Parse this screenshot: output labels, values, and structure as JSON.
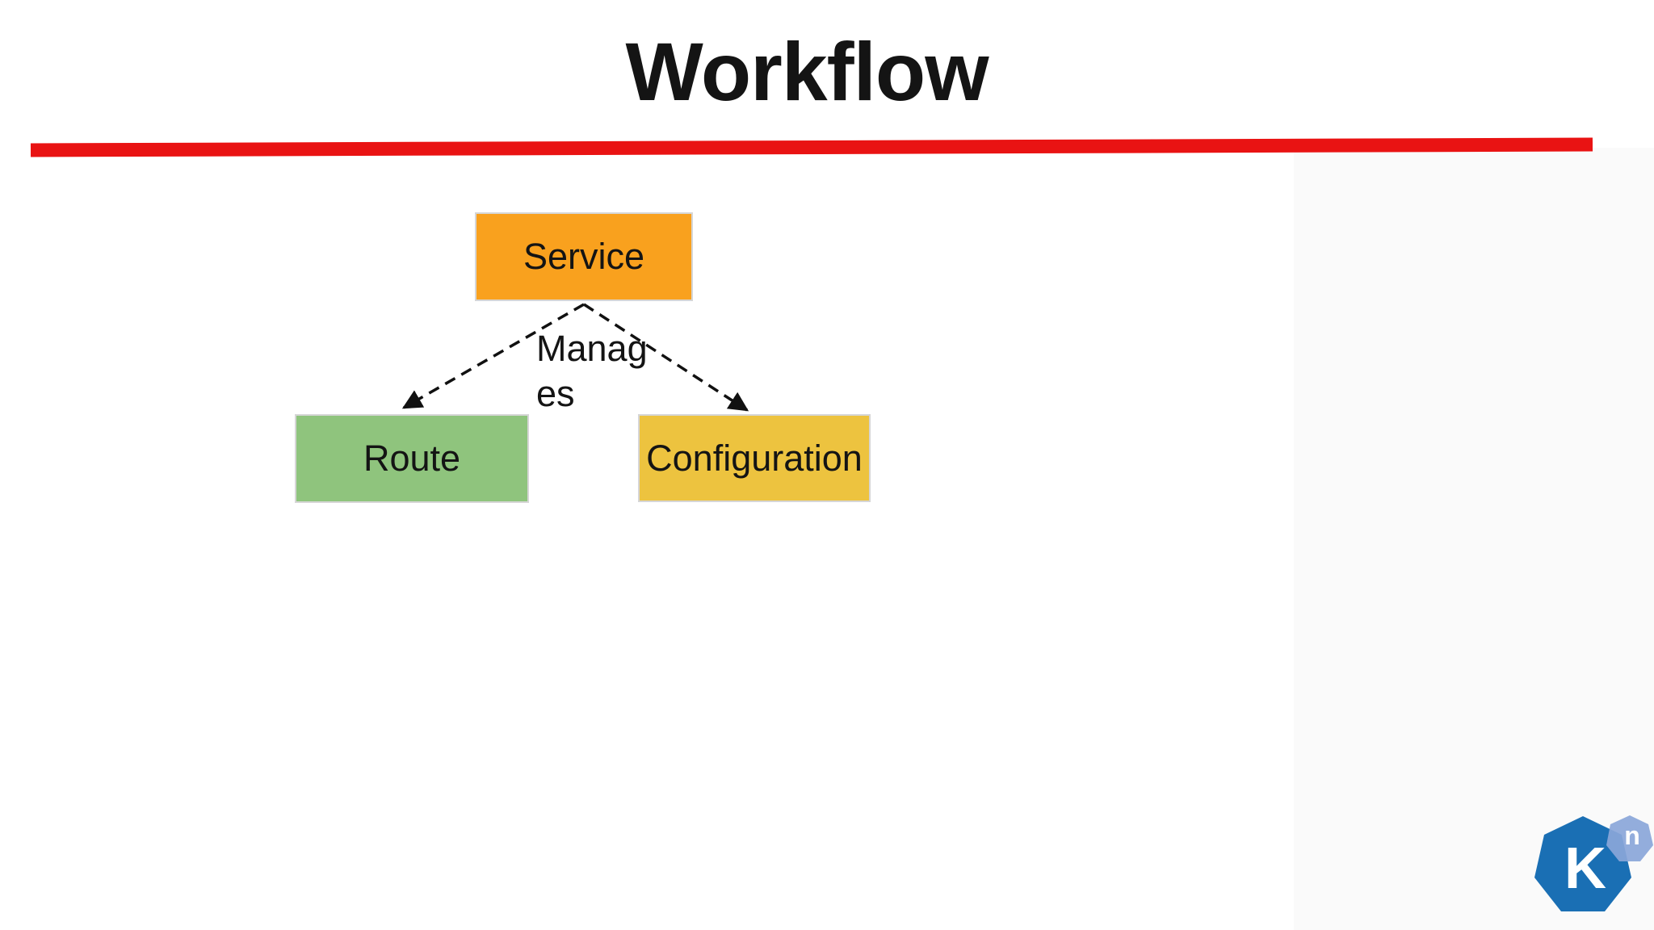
{
  "title": "Workflow",
  "divider": {
    "color": "#e91313"
  },
  "background": {
    "canvas": "#ffffff",
    "right_panel": "#fafafa"
  },
  "diagram": {
    "nodes": [
      {
        "id": "service",
        "label": "Service",
        "color": "#f9a11e"
      },
      {
        "id": "route",
        "label": "Route",
        "color": "#8fc47d"
      },
      {
        "id": "configuration",
        "label": "Configuration",
        "color": "#edc33f"
      }
    ],
    "edges": [
      {
        "from": "service",
        "to": "route",
        "style": "dashed-arrow"
      },
      {
        "from": "service",
        "to": "configuration",
        "style": "dashed-arrow"
      }
    ],
    "edge_label": {
      "text": "Manages",
      "line1": "Manag",
      "line2": "es"
    }
  },
  "logo": {
    "name": "Knative",
    "main_letter": "K",
    "badge_letter": "n",
    "main_color": "#1a6fb4",
    "badge_color": "#8aa6d9",
    "letter_color": "#ffffff"
  }
}
